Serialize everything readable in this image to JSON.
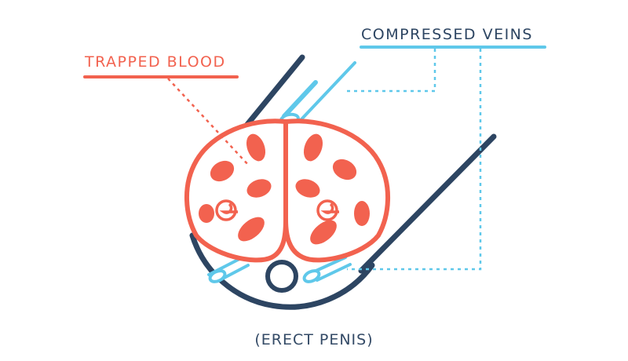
{
  "labels": {
    "trapped_blood": "TRAPPED BLOOD",
    "compressed_veins": "COMPRESSED VEINS",
    "caption": "(ERECT PENIS)"
  },
  "colors": {
    "dark_navy": "#2d4562",
    "coral": "#f2624f",
    "light_blue": "#5fc8ea",
    "caption_text": "#334a66"
  },
  "icons": {
    "cross_section": "penis-cross-section-illustration",
    "urethra": "urethra-ring",
    "arteries": "spiral-artery-icon"
  }
}
